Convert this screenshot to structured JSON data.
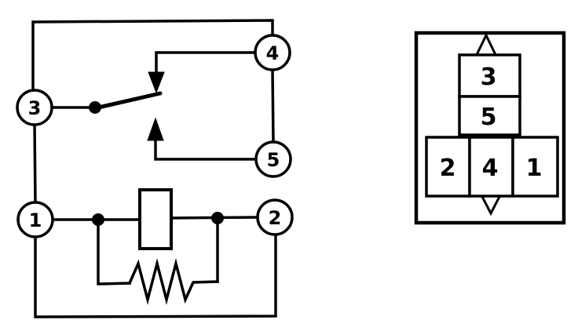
{
  "colors": {
    "ink": "#000000",
    "paper": "#ffffff"
  },
  "relay_schematic": {
    "description_name": "relay-internal-circuit-schematic",
    "terminals": {
      "t1": "1",
      "t2": "2",
      "t3": "3",
      "t4": "4",
      "t5": "5"
    }
  },
  "pin_layout": {
    "description_name": "relay-socket-pin-layout",
    "pins": {
      "p1": "1",
      "p2": "2",
      "p3": "3",
      "p4": "4",
      "p5": "5"
    }
  }
}
